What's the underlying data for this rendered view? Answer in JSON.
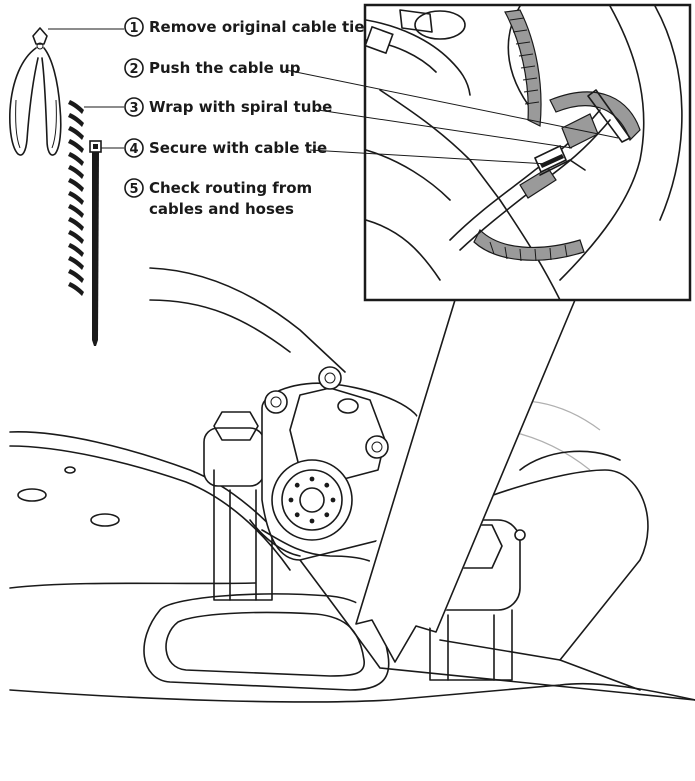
{
  "steps": [
    {
      "number": "1",
      "label": "Remove original cable tie"
    },
    {
      "number": "2",
      "label": "Push the cable up"
    },
    {
      "number": "3",
      "label": "Wrap with spiral tube"
    },
    {
      "number": "4",
      "label": "Secure with cable tie"
    },
    {
      "number": "5",
      "label": "Check routing from",
      "label_line2": "cables and hoses"
    }
  ],
  "icons": {
    "tool": "side-cutter-pliers-icon",
    "spiral": "spiral-tube-icon",
    "tie": "cable-tie-icon"
  },
  "colors": {
    "ink": "#1a1a1a",
    "paper": "#ffffff",
    "tube": "#9a9a9a"
  }
}
